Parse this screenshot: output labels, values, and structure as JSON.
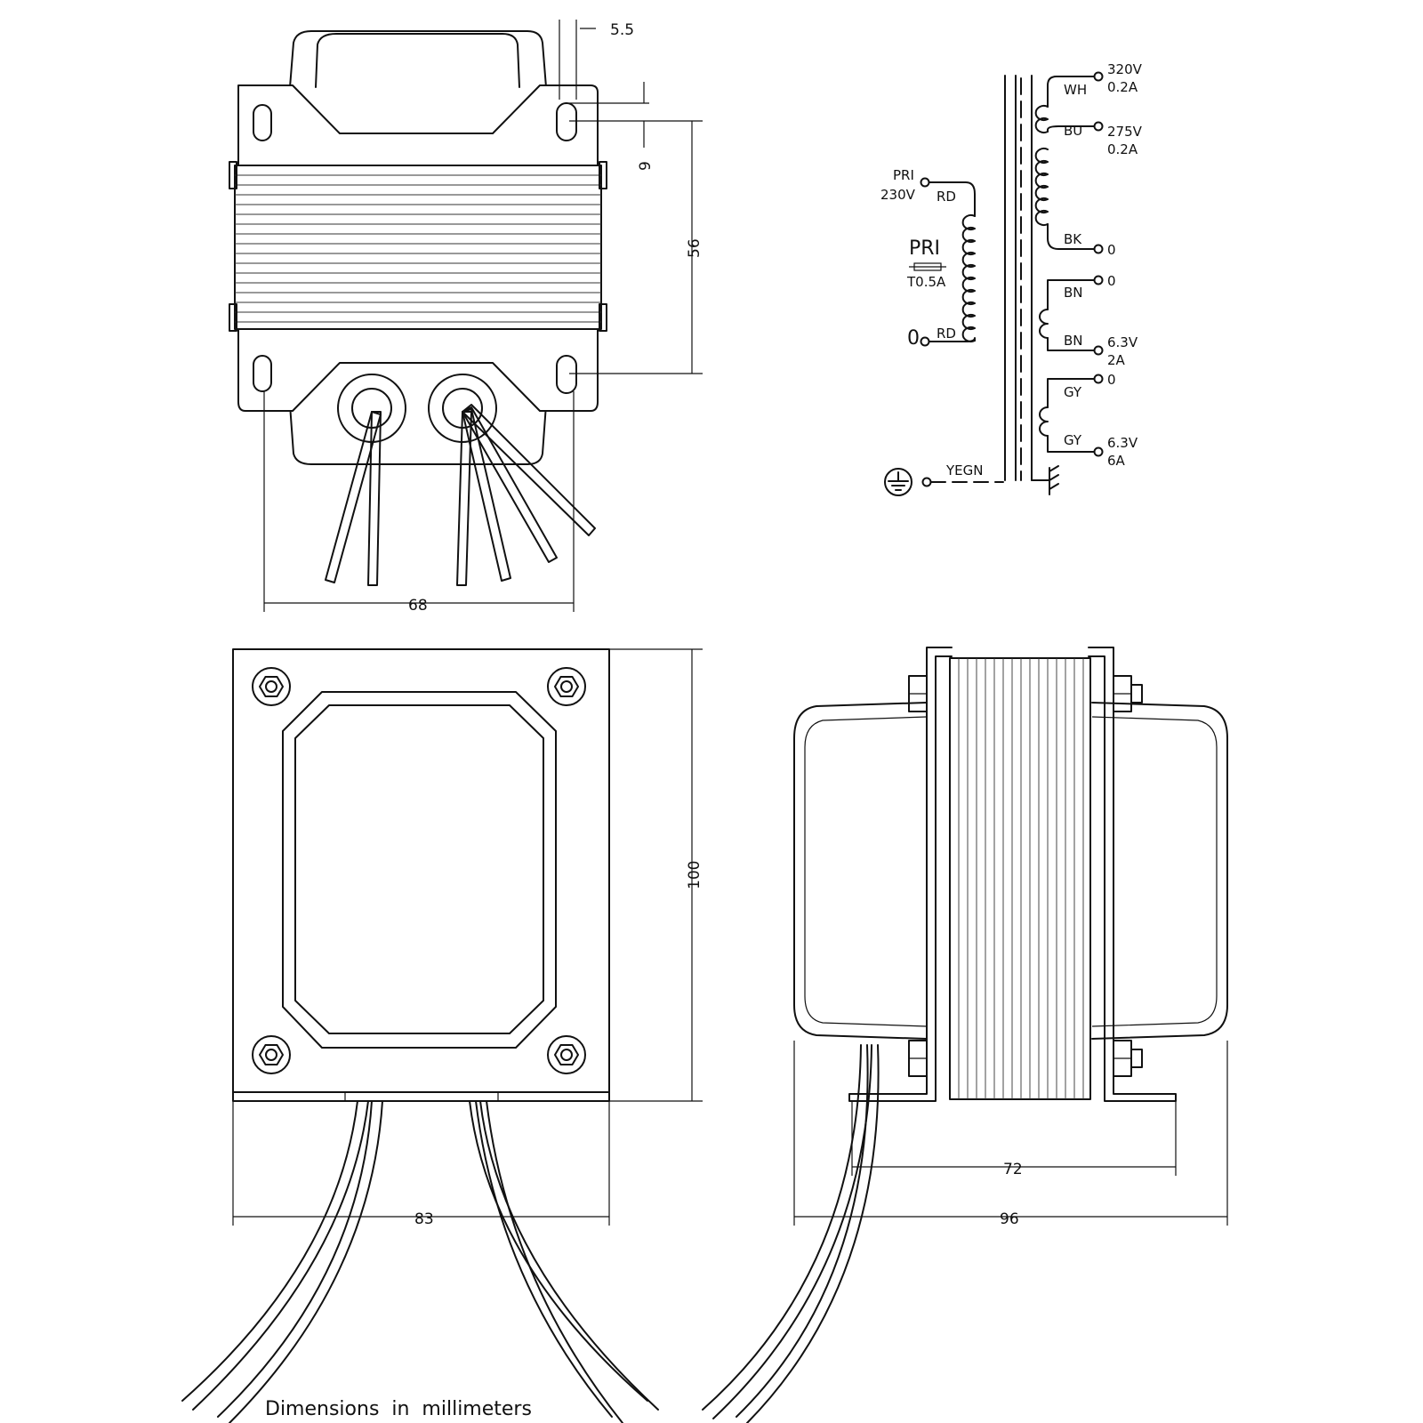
{
  "dimensions": {
    "top_slot_offset": "5.5",
    "slot_from_top": "9",
    "mount_hole_spacing": "56",
    "top_width": "68",
    "height": "100",
    "front_width": "83",
    "side_base": "72",
    "side_width": "96"
  },
  "schematic": {
    "primary": {
      "label": "PRI",
      "voltage": "230V",
      "fuse_label": "PRI",
      "fuse_rating": "T0.5A",
      "lead_top": "RD",
      "lead_bottom": "RD",
      "zero": "0"
    },
    "secondary_hv": {
      "lead_top": "WH",
      "tap_top_voltage": "320V",
      "tap_top_current": "0.2A",
      "lead_mid": "BU",
      "tap_mid_voltage": "275V",
      "tap_mid_current": "0.2A",
      "lead_bottom": "BK",
      "zero": "0"
    },
    "heater_1": {
      "lead_top": "BN",
      "zero": "0",
      "lead_bottom": "BN",
      "voltage": "6.3V",
      "current": "2A"
    },
    "heater_2": {
      "lead_top": "GY",
      "zero": "0",
      "lead_bottom": "GY",
      "voltage": "6.3V",
      "current": "6A"
    },
    "ground": {
      "lead": "YEGN"
    }
  },
  "footer": {
    "note": "Dimensions  in  millimeters"
  }
}
